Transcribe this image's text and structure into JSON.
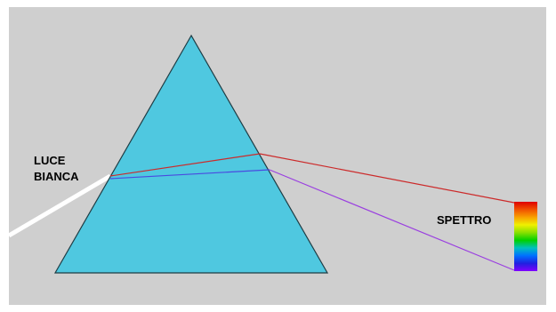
{
  "labels": {
    "white_light_line1": "LUCE",
    "white_light_line2": "BIANCA",
    "spectrum": "SPETTRO"
  },
  "colors": {
    "background": "#cfcfcf",
    "prism": "#4fc8e0",
    "prism_outline": "#1e3c44",
    "white_beam": "#ffffff",
    "red_ray": "#cc2a2a",
    "violet_ray": "#9a3fe0",
    "blue_ray": "#4a4ae0"
  },
  "spectrum_colors": [
    "#e00000",
    "#f05000",
    "#f8a000",
    "#f0f000",
    "#88e000",
    "#00d000",
    "#00c0c0",
    "#0070ff",
    "#2020e0",
    "#8000ff"
  ]
}
